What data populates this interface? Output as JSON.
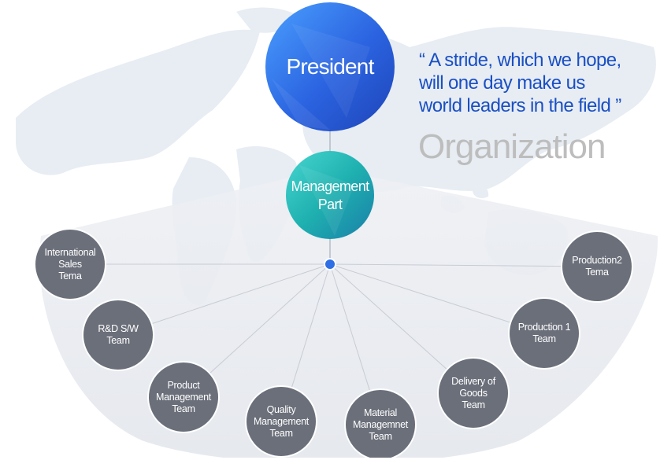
{
  "quote": {
    "line1": "“ A stride, which we hope,",
    "line2": "will one day make us",
    "line3": "world leaders  in the field ”"
  },
  "heading": "Organization",
  "president": {
    "label": "President"
  },
  "management": {
    "line1": "Management",
    "line2": "Part"
  },
  "teams": [
    {
      "lines": [
        "International",
        "Sales",
        "Tema"
      ]
    },
    {
      "lines": [
        "R&D S/W",
        "Team"
      ]
    },
    {
      "lines": [
        "Product",
        "Management",
        "Team"
      ]
    },
    {
      "lines": [
        "Quality",
        "Management",
        "Team"
      ]
    },
    {
      "lines": [
        "Material",
        "Managemnet",
        "Team"
      ]
    },
    {
      "lines": [
        "Delivery of",
        "Goods",
        "Team"
      ]
    },
    {
      "lines": [
        "Production 1",
        "Team"
      ]
    },
    {
      "lines": [
        "Production2",
        "Tema"
      ]
    }
  ],
  "colors": {
    "quote_text": "#1a4fc4",
    "heading_text": "#bdbdbd",
    "team_circle": "#6b6f7a",
    "president_circle": "#2f6fe8",
    "management_circle": "#1fb6b0",
    "hub_dot": "#2e6fe6",
    "connector_line": "#c8ccd4",
    "map": "#e7edf3"
  }
}
